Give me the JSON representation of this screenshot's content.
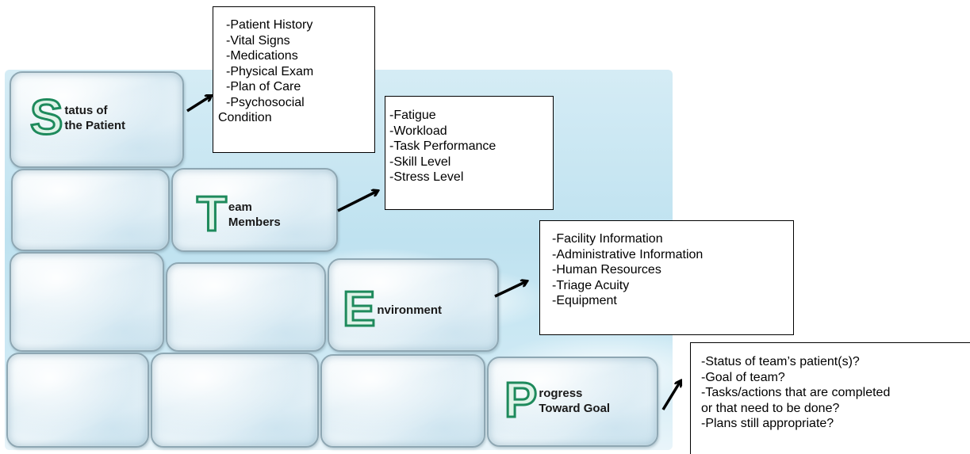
{
  "blocks": {
    "status": {
      "letter": "S",
      "line1": "tatus of",
      "line2": "the Patient"
    },
    "team": {
      "letter": "T",
      "line1": "eam",
      "line2": "Members"
    },
    "environment": {
      "letter": "E",
      "line1": "nvironment"
    },
    "progress": {
      "letter": "P",
      "line1": "rogress",
      "line2": "Toward Goal"
    }
  },
  "boxes": {
    "status": [
      "-Patient History",
      "-Vital Signs",
      "-Medications",
      "-Physical Exam",
      "-Plan of Care",
      "-Psychosocial",
      "Condition"
    ],
    "team": [
      "-Fatigue",
      "-Workload",
      "-Task Performance",
      "-Skill Level",
      "-Stress Level"
    ],
    "environment": [
      "-Facility Information",
      "-Administrative Information",
      "-Human Resources",
      "-Triage Acuity",
      "-Equipment"
    ],
    "progress": [
      "-Status of team’s patient(s)?",
      "-Goal of team?",
      "-Tasks/actions that are completed",
      "or that need to be done?",
      "-Plans still appropriate?"
    ]
  },
  "colors": {
    "letter_outline": "#1e8a5c",
    "letter_fill": "#dff3e8",
    "block_border": "#8ea7b3",
    "sky": "#bfe2f0"
  }
}
